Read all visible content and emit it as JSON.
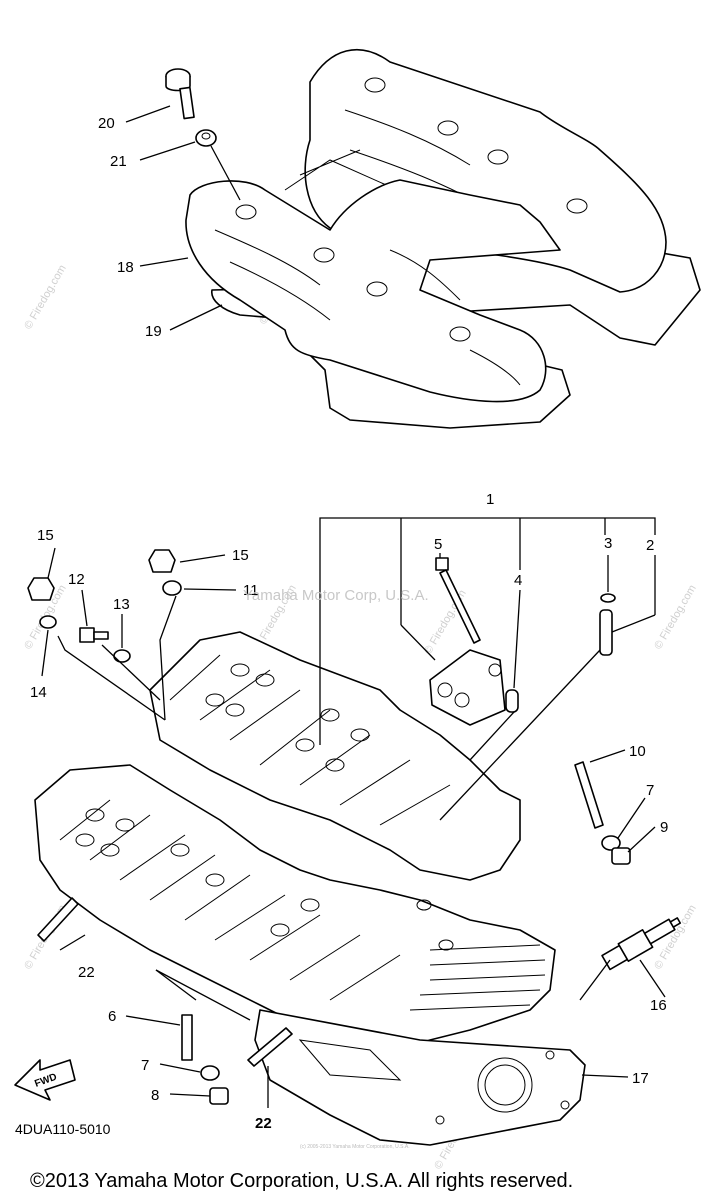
{
  "callouts": {
    "c1": "1",
    "c2": "2",
    "c3": "3",
    "c4": "4",
    "c5": "5",
    "c6": "6",
    "c7a": "7",
    "c7b": "7",
    "c8": "8",
    "c9": "9",
    "c10": "10",
    "c11": "11",
    "c12": "12",
    "c13": "13",
    "c14": "14",
    "c15a": "15",
    "c15b": "15",
    "c16": "16",
    "c17": "17",
    "c18": "18",
    "c19": "19",
    "c20": "20",
    "c21": "21",
    "c22a": "22",
    "c22b": "22"
  },
  "diagram_code": "4DUA110-5010",
  "fwd_label": "FWD",
  "watermark": "Yamaha Motor Corp, U.S.A.",
  "site_watermark": "© Firedog.com",
  "tiny_notice": "(c) 2005-2013 Yamaha Motor Corporation, U.S.A.",
  "copyright": "©2013 Yamaha Motor Corporation, U.S.A. All rights reserved."
}
